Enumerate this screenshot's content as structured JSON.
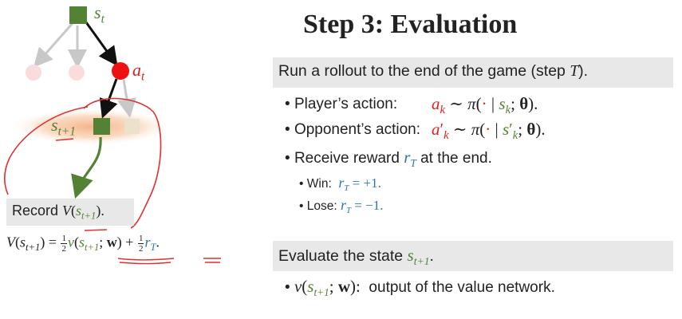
{
  "title": "Step 3: Evaluation",
  "tree": {
    "root_label_s": "s",
    "root_label_sub": "t",
    "action_label_a": "a",
    "action_label_sub": "t",
    "next_label_s": "s",
    "next_label_sub": "t+1"
  },
  "record": {
    "prefix": "Record ",
    "v_letter": "V",
    "paren_open": "(",
    "s_letter": "s",
    "s_sub": "t+1",
    "paren_close": ")."
  },
  "formula": {
    "lhs_V": "V",
    "lhs_open": "(",
    "lhs_s": "s",
    "lhs_sub": "t+1",
    "lhs_close": ")",
    "equals": " = ",
    "half1_num": "1",
    "half1_den": "2",
    "v_letter": "v",
    "v_open": "(",
    "v_s": "s",
    "v_sub": "t+1",
    "v_semi": "; ",
    "v_w": "w",
    "v_close": ")",
    "plus": " + ",
    "half2_num": "1",
    "half2_den": "2",
    "r_letter": "r",
    "r_sub": "T",
    "end": "."
  },
  "rollout_section": {
    "header_text": "Run a rollout to the end of the game (step ",
    "header_T": "T",
    "header_end": ").",
    "bullet_symbol": "•",
    "player_label": "Player’s action:",
    "player_a": "a",
    "player_a_sub": "k",
    "player_sim": " ∼ ",
    "player_pi": "π",
    "player_open": "(",
    "player_dot": "·",
    "player_bar": " | ",
    "player_s": "s",
    "player_s_sub": "k",
    "player_semi": "; ",
    "player_theta": "θ",
    "player_close": ").",
    "opp_label": "Opponent’s action: ",
    "opp_a": "a",
    "opp_a_sup": "′",
    "opp_a_sub": "k",
    "opp_sim": " ∼ ",
    "opp_pi": "π",
    "opp_open": "(",
    "opp_dot": "·",
    "opp_bar": " | ",
    "opp_s": "s",
    "opp_s_sup": "′",
    "opp_s_sub": "k",
    "opp_semi": "; ",
    "opp_theta": "θ",
    "opp_close": ").",
    "reward_label": "Receive reward ",
    "reward_r": "r",
    "reward_sub": "T",
    "reward_end": " at the end.",
    "sub_bullet_symbol": "•",
    "win_label": "Win:  ",
    "win_r": "r",
    "win_sub": "T",
    "win_val": " = +1.",
    "lose_label": "Lose: ",
    "lose_r": "r",
    "lose_sub": "T",
    "lose_val": " = −1."
  },
  "evaluate_section": {
    "header_text": "Evaluate the state ",
    "header_s": "s",
    "header_sub": "t+1",
    "header_end": ".",
    "bullet_symbol": "•",
    "v_letter": "v",
    "v_open": "(",
    "v_s": "s",
    "v_sub": "t+1",
    "v_semi": "; ",
    "v_w": "w",
    "v_close": "):",
    "desc": "  output of the value network."
  },
  "colors": {
    "state_green": "#548235",
    "action_red": "#e02020",
    "faded_pink": "#fbdcdc",
    "faded_state": "#ece2cc",
    "highlight_orange": "#f4b183",
    "reward_blue": "#2e75b6",
    "annotation_red": "#e03030",
    "arrow_green": "#548235",
    "gray_arrow": "#c8c8c8",
    "box_gray": "#e8e8e8"
  }
}
